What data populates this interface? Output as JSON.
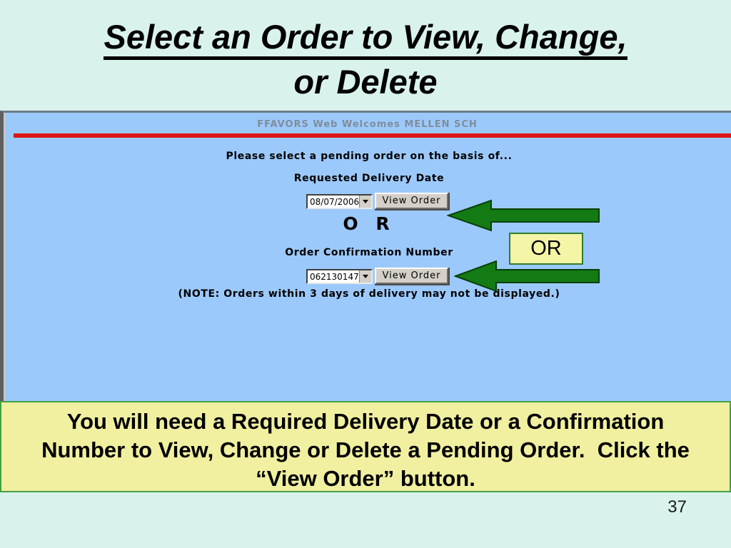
{
  "slide": {
    "title_line1": "Select an Order to View, Change,",
    "title_line2": "or Delete",
    "page_number": "37"
  },
  "screenshot": {
    "header": "FFAVORS Web Welcomes MELLEN SCH",
    "prompt": "Please select a pending order on the basis of...",
    "delivery_date": {
      "label": "Requested Delivery Date",
      "dropdown_value": "08/07/2006",
      "button_label": "View Order"
    },
    "or_text": "O R",
    "or_callout": "OR",
    "confirmation": {
      "label": "Order Confirmation Number",
      "dropdown_value": "062130147",
      "button_label": "View Order"
    },
    "note": "(NOTE: Orders within 3 days of delivery may not be displayed.)"
  },
  "instruction_box": {
    "lines": [
      "You will need a Required Delivery Date or a Confirmation",
      "Number to View, Change or Delete a Pending Order.  Click the",
      "“View Order” button."
    ]
  },
  "colors": {
    "slide_bg": "#d9f2ec",
    "screenshot_bg": "#9cc9fb",
    "red_line": "#dd1414",
    "arrow_green": "#147a14",
    "callout_yellow": "#f5f5a8",
    "instruction_yellow": "#f0f0a0",
    "instruction_border": "#44a044"
  }
}
